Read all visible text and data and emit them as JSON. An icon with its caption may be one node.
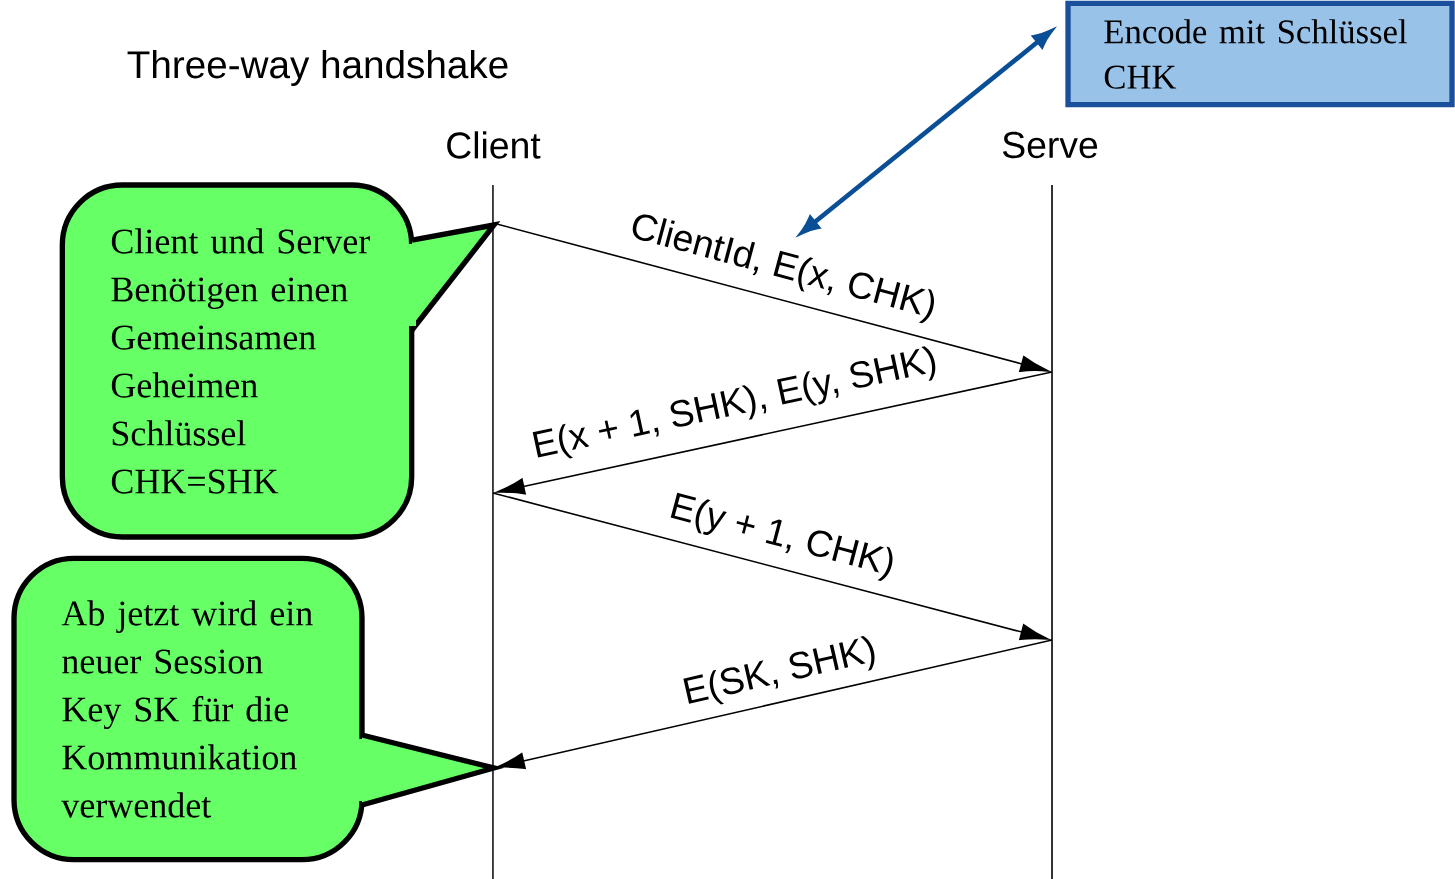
{
  "diagram": {
    "title": "Three-way handshake",
    "nodes": [
      {
        "text": [],
        "shape": "line",
        "beside": [
          "Client"
        ]
      },
      {
        "text": [],
        "shape": "line",
        "beside": [
          "Serve"
        ]
      },
      {
        "text": [
          "Client und Server Benötigen einen Gemeinsamen Geheimen Schlüssel CHK=SHK"
        ]
      },
      {
        "text": [
          "Ab jetzt wird ein neuer Session Key SK für die Kommunikation verwendet"
        ]
      },
      {
        "text": [
          "Encode mit Schlüssel CHK"
        ]
      }
    ],
    "edges": [
      {
        "from": 0,
        "to": 1,
        "arrow": "to",
        "label": "ClientId, E(x, CHK)"
      },
      {
        "from": 1,
        "to": 0,
        "arrow": "to",
        "label": "E(x + 1, SHK), E(y, SHK)"
      },
      {
        "from": 0,
        "to": 1,
        "arrow": "to",
        "label": "E(y + 1, CHK)"
      },
      {
        "from": 1,
        "to": 0,
        "arrow": "to",
        "label": "E(SK, SHK)"
      },
      {
        "from": 4,
        "to": null,
        "arrow": "both",
        "style": "thick",
        "color": "#0a4f96"
      }
    ]
  }
}
